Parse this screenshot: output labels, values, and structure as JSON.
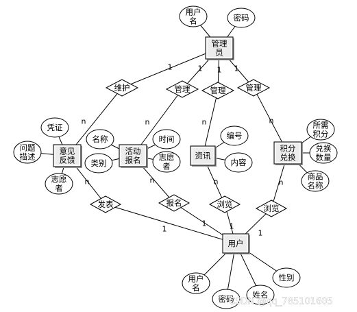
{
  "entities": [
    {
      "id": "admin",
      "lines": [
        "管理",
        "员"
      ]
    },
    {
      "id": "feedback",
      "lines": [
        "意见",
        "反馈"
      ]
    },
    {
      "id": "activity",
      "lines": [
        "活动",
        "报名"
      ]
    },
    {
      "id": "news",
      "lines": [
        "资讯"
      ]
    },
    {
      "id": "points",
      "lines": [
        "积分",
        "兑换"
      ]
    },
    {
      "id": "user",
      "lines": [
        "用户"
      ]
    }
  ],
  "attributes": [
    {
      "id": "admin-username",
      "lines": [
        "用户",
        "名"
      ]
    },
    {
      "id": "admin-password",
      "lines": [
        "密码"
      ]
    },
    {
      "id": "feedback-voucher",
      "lines": [
        "凭证"
      ]
    },
    {
      "id": "feedback-problem",
      "lines": [
        "问题",
        "描述"
      ]
    },
    {
      "id": "feedback-volunteer",
      "lines": [
        "志愿",
        "者"
      ]
    },
    {
      "id": "activity-name",
      "lines": [
        "名称"
      ]
    },
    {
      "id": "activity-time",
      "lines": [
        "时间"
      ]
    },
    {
      "id": "activity-category",
      "lines": [
        "类别"
      ]
    },
    {
      "id": "activity-volunteer",
      "lines": [
        "志愿",
        "者"
      ]
    },
    {
      "id": "news-number",
      "lines": [
        "编号"
      ]
    },
    {
      "id": "news-content",
      "lines": [
        "内容"
      ]
    },
    {
      "id": "points-required",
      "lines": [
        "所需",
        "积分"
      ]
    },
    {
      "id": "points-quantity",
      "lines": [
        "兑换",
        "数量"
      ]
    },
    {
      "id": "points-product",
      "lines": [
        "商品",
        "名称"
      ]
    },
    {
      "id": "user-username",
      "lines": [
        "用户",
        "名"
      ]
    },
    {
      "id": "user-password",
      "lines": [
        "密码"
      ]
    },
    {
      "id": "user-name",
      "lines": [
        "姓名"
      ]
    },
    {
      "id": "user-gender",
      "lines": [
        "性别"
      ]
    }
  ],
  "relationships": [
    {
      "id": "maintain",
      "label": "维护"
    },
    {
      "id": "manage-activity",
      "label": "管理"
    },
    {
      "id": "manage-news",
      "label": "管理"
    },
    {
      "id": "manage-points",
      "label": "管理"
    },
    {
      "id": "publish",
      "label": "发表"
    },
    {
      "id": "signup",
      "label": "报名"
    },
    {
      "id": "browse-news",
      "label": "浏览"
    },
    {
      "id": "browse-points",
      "label": "浏览"
    }
  ],
  "cardinalities": [
    {
      "id": "maintain-1",
      "text": "1"
    },
    {
      "id": "manage-activity-1",
      "text": "1"
    },
    {
      "id": "manage-news-1",
      "text": "1"
    },
    {
      "id": "manage-points-1",
      "text": "1"
    },
    {
      "id": "maintain-n",
      "text": "n"
    },
    {
      "id": "manage-activity-n",
      "text": "n"
    },
    {
      "id": "manage-news-n",
      "text": "n"
    },
    {
      "id": "manage-points-n",
      "text": "n"
    },
    {
      "id": "publish-n",
      "text": "n"
    },
    {
      "id": "signup-n",
      "text": "n"
    },
    {
      "id": "browse-news-n",
      "text": "n"
    },
    {
      "id": "browse-points-n",
      "text": "n"
    },
    {
      "id": "publish-1",
      "text": "1"
    },
    {
      "id": "signup-1",
      "text": "1"
    },
    {
      "id": "browse-news-1",
      "text": "1"
    },
    {
      "id": "browse-points-1",
      "text": "1"
    }
  ],
  "watermark": "CSDN @qq_785101605"
}
